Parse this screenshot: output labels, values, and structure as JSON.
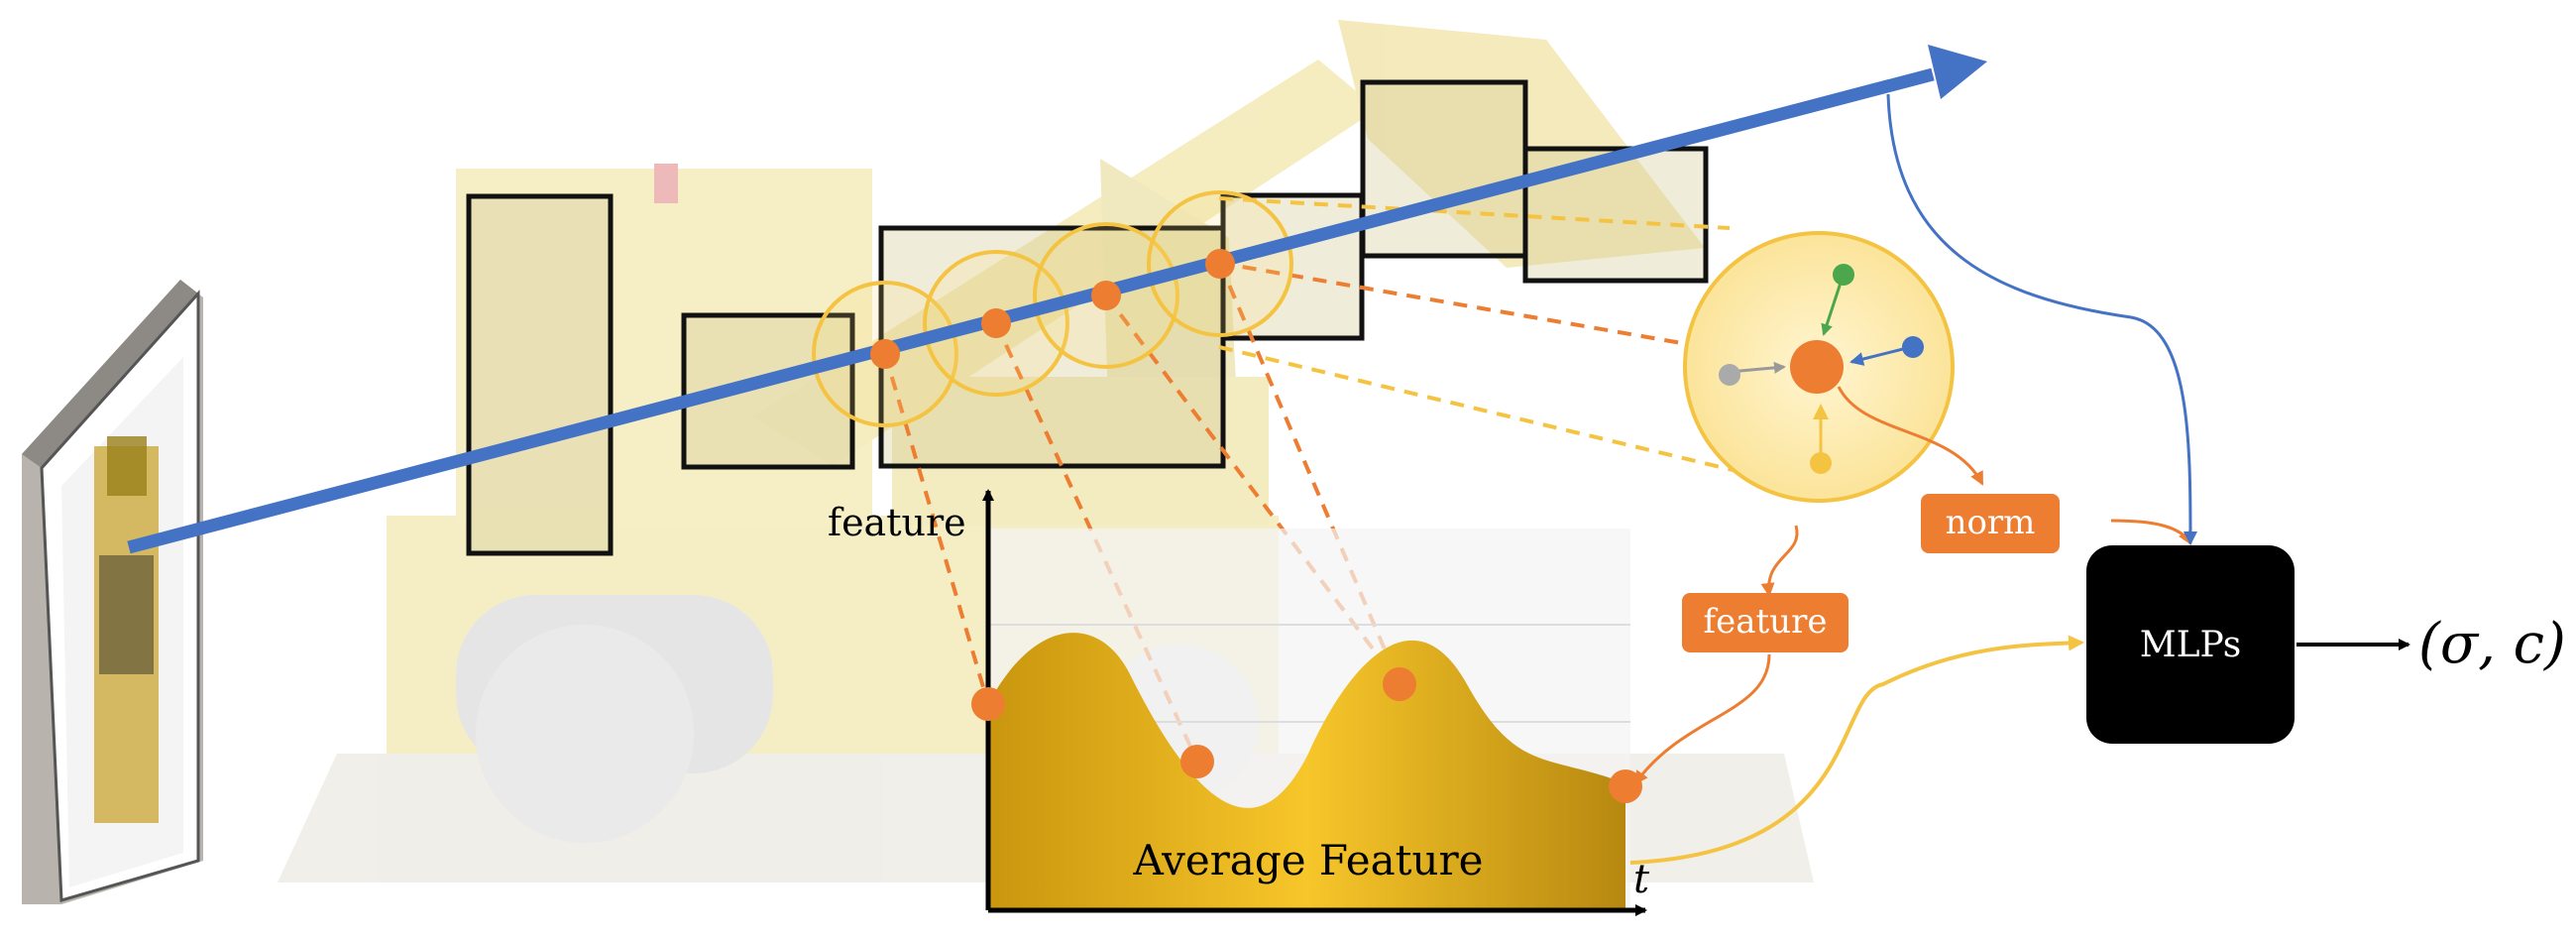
{
  "labels": {
    "feature_axis": "feature",
    "time_axis": "t",
    "curve_label": "Average Feature",
    "norm_tag": "norm",
    "feature_tag": "feature",
    "mlp_box": "MLPs",
    "output": "(σ, c)"
  },
  "colors": {
    "ray": "#4472C4",
    "sample_point": "#ED7D31",
    "window_circle": "#F5C342",
    "feature_fill": "#D9A514",
    "mlp_box": "#000000",
    "tag_fill": "#ED7D31"
  },
  "icons": {
    "camera": "camera-frame-icon"
  }
}
